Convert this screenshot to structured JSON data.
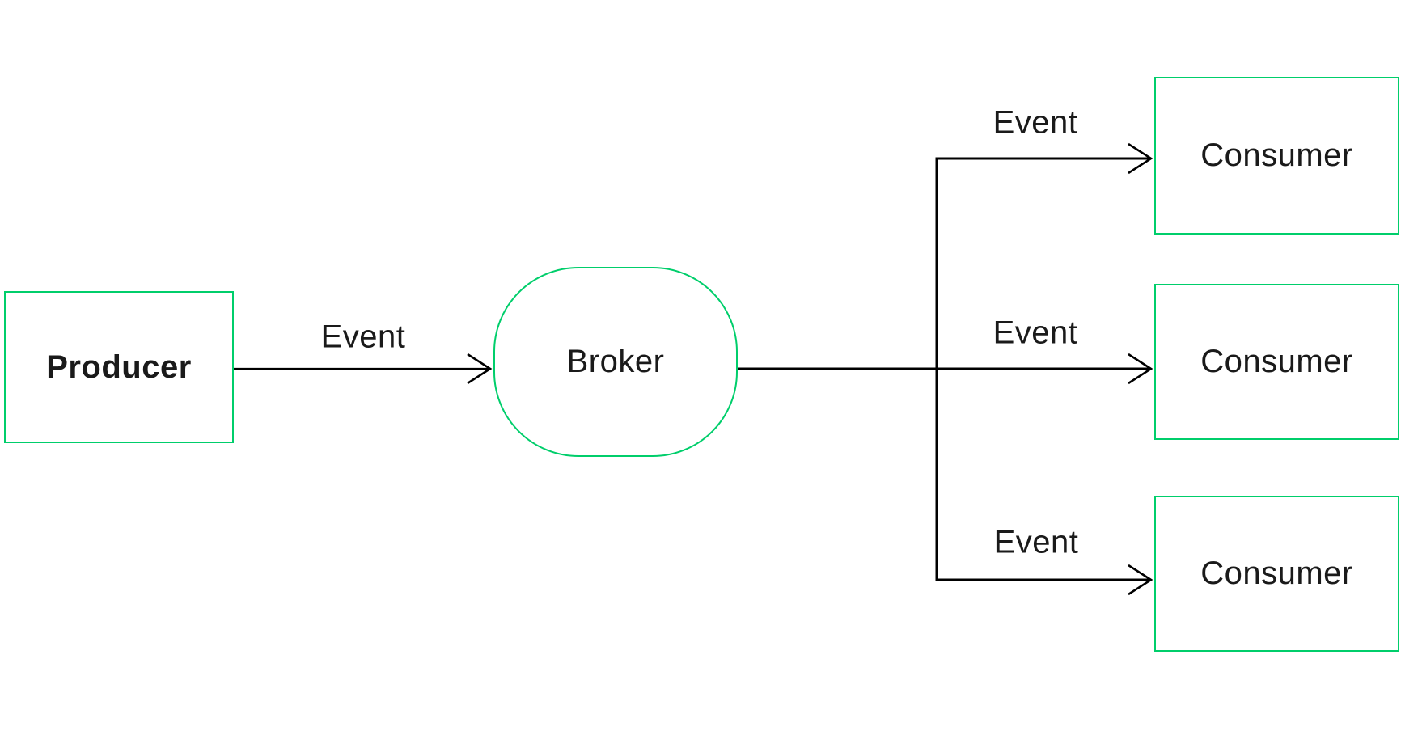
{
  "diagram": {
    "type": "event-driven-architecture-flow",
    "nodes": {
      "producer": {
        "label": "Producer"
      },
      "broker": {
        "label": "Broker"
      },
      "consumer_top": {
        "label": "Consumer"
      },
      "consumer_middle": {
        "label": "Consumer"
      },
      "consumer_bottom": {
        "label": "Consumer"
      }
    },
    "edge_labels": {
      "producer_to_broker": "Event",
      "broker_to_consumer_top": "Event",
      "broker_to_consumer_middle": "Event",
      "broker_to_consumer_bottom": "Event"
    },
    "colors": {
      "node_border": "#00ce6b",
      "line": "#000000",
      "text": "#1a1a1a",
      "background": "#ffffff"
    }
  }
}
